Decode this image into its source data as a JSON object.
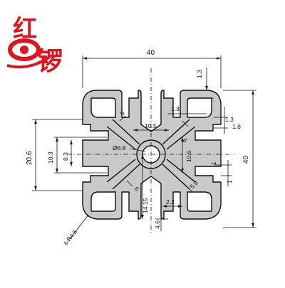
{
  "logo": {
    "char_top": "红",
    "char_bottom": "锣",
    "color": "#e0141e"
  },
  "colors": {
    "profile_fill": "#c9c9c9",
    "line": "#111111"
  },
  "dimensions": {
    "overall_width": "40",
    "overall_height": "40",
    "left_height": "20.6",
    "slot_height_outer": "10.3",
    "slot_height_inner": "8.3",
    "bore": "Ø6.8",
    "web_top": "10.5",
    "web_right": "10.5",
    "wall_top": "1.3",
    "lip_top": "1.3",
    "lip_right_top": "1.3",
    "lip_right": "1.8",
    "tick_right_upper": "1",
    "tick_right_lower": "1",
    "rib_upper_left": "6",
    "rib_upper_right": "6",
    "rib_lower_left": "6",
    "rib_lower_right": "5.9",
    "center_to_bottom": "14.15",
    "slot_width_bottom": "2.2",
    "slot_depth_bottom": "4.6",
    "corner_radius": "4-R4.5"
  }
}
